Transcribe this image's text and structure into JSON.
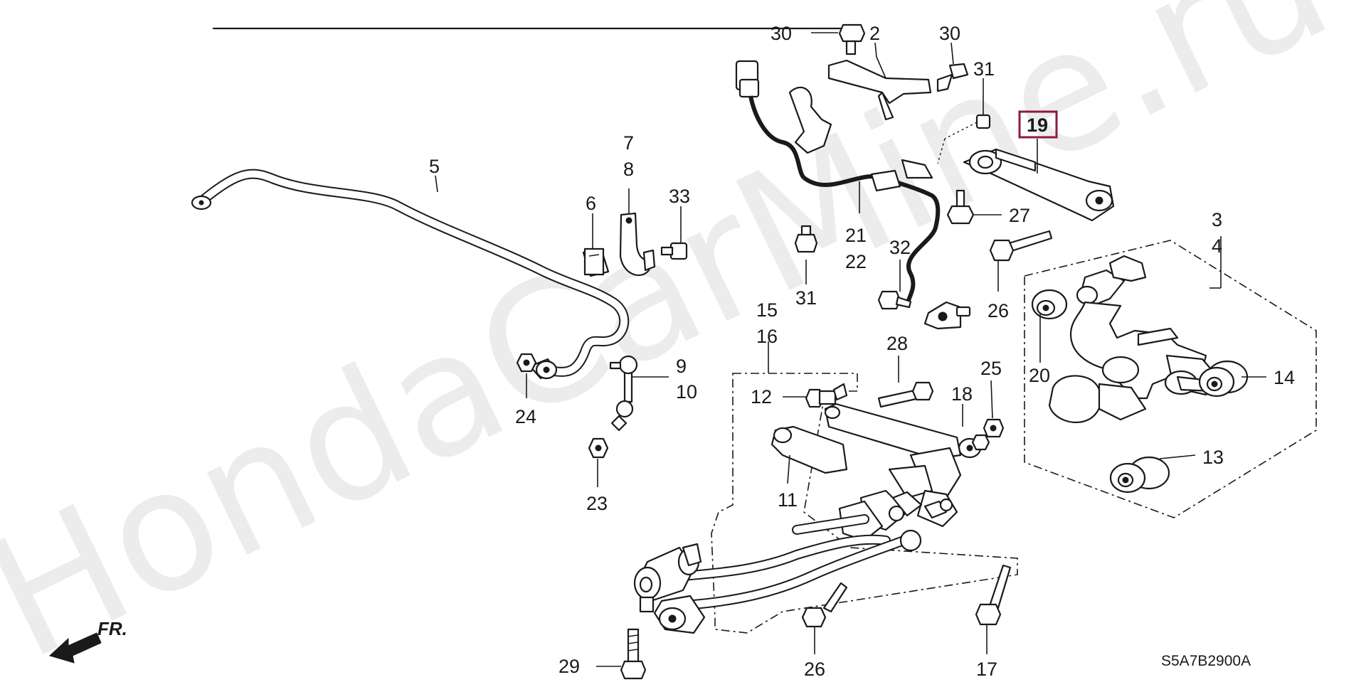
{
  "watermark": "HondaCarMine.ru",
  "diagram_code": "S5A7B2900A",
  "front_marker": "FR.",
  "highlight_color": "#8c1c3a",
  "callouts": {
    "c30a": "30",
    "c2": "2",
    "c30b": "30",
    "c31a": "31",
    "c19": "19",
    "c5": "5",
    "c7": "7",
    "c8": "8",
    "c6": "6",
    "c33": "33",
    "c21": "21",
    "c22": "22",
    "c27": "27",
    "c3": "3",
    "c4": "4",
    "c31b": "31",
    "c32": "32",
    "c26a": "26",
    "c15": "15",
    "c16": "16",
    "c28": "28",
    "c9": "9",
    "c10": "10",
    "c24": "24",
    "c12": "12",
    "c18": "18",
    "c25": "25",
    "c20": "20",
    "c14": "14",
    "c13": "13",
    "c23": "23",
    "c11": "11",
    "c29": "29",
    "c26b": "26",
    "c17": "17"
  }
}
